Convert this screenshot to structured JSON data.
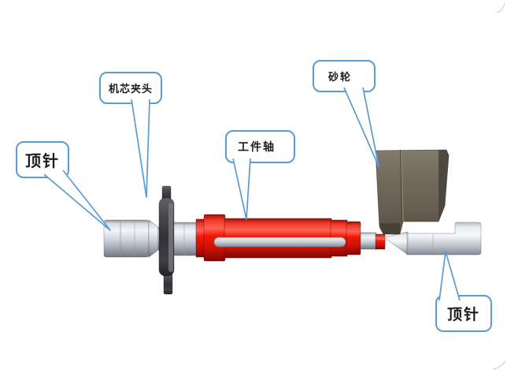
{
  "callouts": {
    "pin_left": {
      "label": "顶针"
    },
    "chuck": {
      "label": "机芯夹头"
    },
    "workpiece_shaft": {
      "label": "工件轴"
    },
    "grinding_wheel": {
      "label": "砂轮"
    },
    "pin_right": {
      "label": "顶针"
    }
  },
  "colors": {
    "callout_border": "#5b9bd5",
    "shaft_red": "#e01505",
    "metal_gray": "#c6cbd3",
    "chuck_dark": "#3a3a3e",
    "wheel_brown": "#6b6356",
    "text": "#1c1c1c",
    "background": "#ffffff"
  }
}
